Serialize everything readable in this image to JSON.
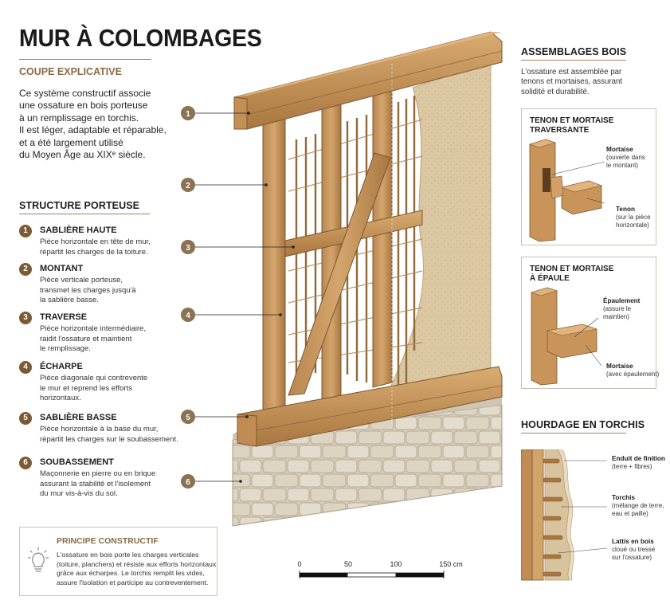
{
  "title": "MUR À COLOMBAGES",
  "subtitle": "COUPE EXPLICATIVE",
  "intro": [
    "Ce système constructif associe",
    "une ossature en bois porteuse",
    "à un remplissage en torchis.",
    "Il est léger, adaptable et réparable,",
    "et a été largement utilisé",
    "du Moyen Âge au XIXᵉ siècle."
  ],
  "structure": {
    "heading": "STRUCTURE PORTEUSE",
    "items": [
      {
        "num": "1",
        "title": "SABLIÈRE HAUTE",
        "lines": [
          "Pièce horizontale en tête de mur,",
          "répartit les charges de la toiture."
        ]
      },
      {
        "num": "2",
        "title": "MONTANT",
        "lines": [
          "Pièce verticale porteuse,",
          "transmet les charges jusqu'à",
          "la sablière basse."
        ]
      },
      {
        "num": "3",
        "title": "TRAVERSE",
        "lines": [
          "Pièce horizontale intermédiaire,",
          "raidit l'ossature et maintient",
          "le remplissage."
        ]
      },
      {
        "num": "4",
        "title": "ÉCHARPE",
        "lines": [
          "Pièce diagonale qui contrevente",
          "le mur et reprend les efforts",
          "horizontaux."
        ]
      },
      {
        "num": "5",
        "title": "SABLIÈRE BASSE",
        "lines": [
          "Pièce horizontale à la base du mur,",
          "répartit les charges sur le soubassement."
        ]
      },
      {
        "num": "6",
        "title": "SOUBASSEMENT",
        "lines": [
          "Maçonnerie en pierre ou en brique",
          "assurant la stabilité et l'isolement",
          "du mur vis-à-vis du sol."
        ]
      }
    ]
  },
  "principle": {
    "title": "PRINCIPE CONSTRUCTIF",
    "lines": [
      "L'ossature en bois porte les charges verticales",
      "(toiture, planchers) et résiste aux efforts horizontaux",
      "grâce aux écharpes. Le torchis remplit les vides,",
      "assure l'isolation et participe au contreventement."
    ]
  },
  "diagram_callouts": [
    "1",
    "2",
    "3",
    "4",
    "5",
    "6"
  ],
  "scale": {
    "ticks": [
      "0",
      "50",
      "100",
      "150 cm"
    ]
  },
  "joints": {
    "heading": "ASSEMBLAGES BOIS",
    "text": [
      "L'ossature est assemblée par",
      "tenons et mortaises, assurant",
      "solidité et durabilité."
    ],
    "box1": {
      "title": [
        "TENON ET MORTAISE",
        "TRAVERSANTE"
      ],
      "mortise_title": "Mortaise",
      "mortise_lines": [
        "(ouverte dans",
        "le montant)"
      ],
      "tenon_title": "Tenon",
      "tenon_lines": [
        "(sur la pièce",
        "horizontale)"
      ]
    },
    "box2": {
      "title": [
        "TENON ET MORTAISE",
        "À ÉPAULE"
      ],
      "shoulder_title": "Épaulement",
      "shoulder_lines": [
        "(assure le",
        "maintien)"
      ],
      "mortise_title": "Mortaise",
      "mortise_lines": [
        "(avec épaulement)"
      ]
    }
  },
  "infill": {
    "heading": "HOURDAGE EN TORCHIS",
    "layers": [
      {
        "title": "Enduit de finition",
        "lines": [
          "(terre + fibres)"
        ]
      },
      {
        "title": "Torchis",
        "lines": [
          "(mélange de terre,",
          "eau et paille)"
        ]
      },
      {
        "title": "Lattis en bois",
        "lines": [
          "cloué ou tressé",
          "sur l'ossature)"
        ]
      }
    ]
  },
  "colors": {
    "accent": "#8a6b45",
    "badge": "#7b5a35",
    "wood": "#c99a62",
    "wood_dark": "#9c7040",
    "daub": "#d8c29c",
    "stone": "#d9d0bf"
  }
}
